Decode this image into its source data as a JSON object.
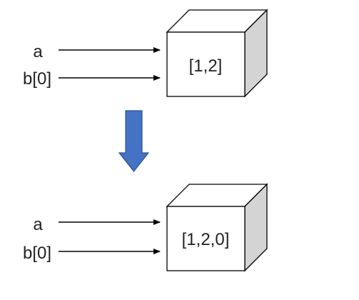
{
  "colors": {
    "line": "#000000",
    "cube_front": "#ffffff",
    "cube_top": "#ffffff",
    "cube_side": "#d4d4d4",
    "down_arrow": "#4472c4",
    "down_arrow_border": "#2f528f"
  },
  "before": {
    "ref_a": "a",
    "ref_b": "b[0]",
    "box_value": "[1,2]"
  },
  "transition": {
    "icon": "down-arrow-icon"
  },
  "after": {
    "ref_a": "a",
    "ref_b": "b[0]",
    "box_value": "[1,2,0]"
  }
}
